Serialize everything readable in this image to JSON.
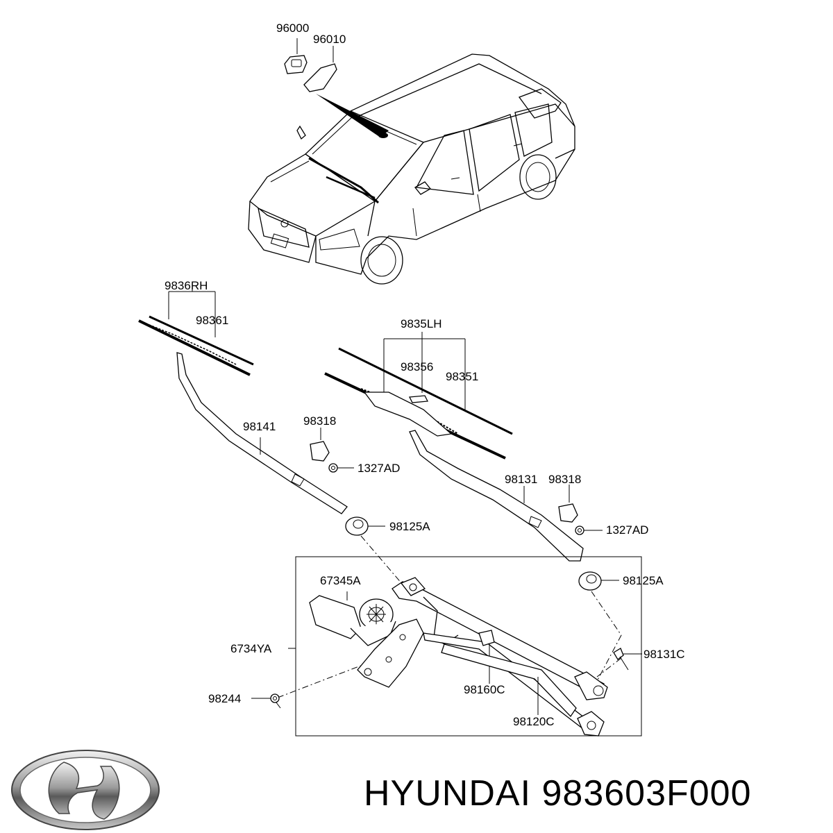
{
  "diagram": {
    "callouts": {
      "p96000": "96000",
      "p96010": "96010",
      "p9836RH": "9836RH",
      "p98361": "98361",
      "p9835LH": "9835LH",
      "p98356": "98356",
      "p98351": "98351",
      "p98141": "98141",
      "p98318a": "98318",
      "p1327ADa": "1327AD",
      "p98125Aa": "98125A",
      "p98131": "98131",
      "p98318b": "98318",
      "p1327ADb": "1327AD",
      "p98125Ab": "98125A",
      "p67345A": "67345A",
      "p6734YA": "6734YA",
      "p98131C": "98131C",
      "p98160C": "98160C",
      "p98244": "98244",
      "p98120C": "98120C"
    }
  },
  "footer": {
    "brand_logo": "hyundai-logo",
    "caption": "HYUNDAI 983603F000"
  }
}
